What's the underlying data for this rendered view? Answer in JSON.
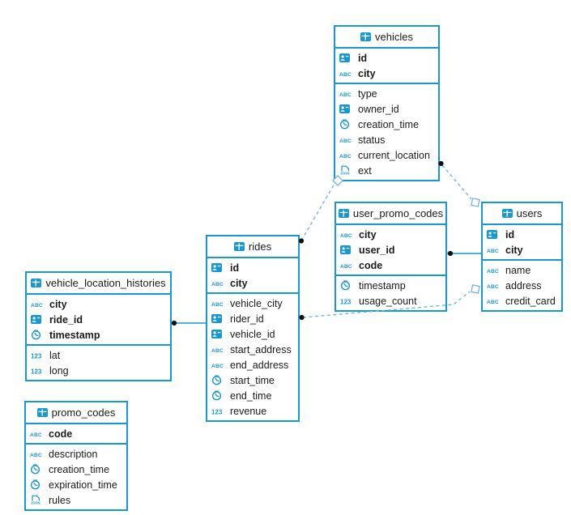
{
  "diagram": {
    "colors": {
      "table_border": "#1798d3",
      "icon_blue": "#1798d3",
      "text": "#1b1b1b",
      "dashed_line": "#74b5e2",
      "solid_line": "#1798d3",
      "endpoint_dot": "#111111",
      "marker_outline": "#74b5e2"
    },
    "tables": [
      {
        "id": "vehicles",
        "title": "vehicles",
        "keys": [
          {
            "name": "id",
            "type": "id"
          },
          {
            "name": "city",
            "type": "text"
          }
        ],
        "columns": [
          {
            "name": "type",
            "type": "text"
          },
          {
            "name": "owner_id",
            "type": "id"
          },
          {
            "name": "creation_time",
            "type": "time"
          },
          {
            "name": "status",
            "type": "text"
          },
          {
            "name": "current_location",
            "type": "text"
          },
          {
            "name": "ext",
            "type": "json"
          }
        ]
      },
      {
        "id": "user_promo_codes",
        "title": "user_promo_codes",
        "keys": [
          {
            "name": "city",
            "type": "text"
          },
          {
            "name": "user_id",
            "type": "id"
          },
          {
            "name": "code",
            "type": "text"
          }
        ],
        "columns": [
          {
            "name": "timestamp",
            "type": "time"
          },
          {
            "name": "usage_count",
            "type": "number"
          }
        ]
      },
      {
        "id": "users",
        "title": "users",
        "keys": [
          {
            "name": "id",
            "type": "id"
          },
          {
            "name": "city",
            "type": "text"
          }
        ],
        "columns": [
          {
            "name": "name",
            "type": "text"
          },
          {
            "name": "address",
            "type": "text"
          },
          {
            "name": "credit_card",
            "type": "text"
          }
        ]
      },
      {
        "id": "rides",
        "title": "rides",
        "keys": [
          {
            "name": "id",
            "type": "id"
          },
          {
            "name": "city",
            "type": "text"
          }
        ],
        "columns": [
          {
            "name": "vehicle_city",
            "type": "text"
          },
          {
            "name": "rider_id",
            "type": "id"
          },
          {
            "name": "vehicle_id",
            "type": "id"
          },
          {
            "name": "start_address",
            "type": "text"
          },
          {
            "name": "end_address",
            "type": "text"
          },
          {
            "name": "start_time",
            "type": "time"
          },
          {
            "name": "end_time",
            "type": "time"
          },
          {
            "name": "revenue",
            "type": "number"
          }
        ]
      },
      {
        "id": "vehicle_location_histories",
        "title": "vehicle_location_histories",
        "keys": [
          {
            "name": "city",
            "type": "text"
          },
          {
            "name": "ride_id",
            "type": "id"
          },
          {
            "name": "timestamp",
            "type": "time"
          }
        ],
        "columns": [
          {
            "name": "lat",
            "type": "number"
          },
          {
            "name": "long",
            "type": "number"
          }
        ]
      },
      {
        "id": "promo_codes",
        "title": "promo_codes",
        "keys": [
          {
            "name": "code",
            "type": "text"
          }
        ],
        "columns": [
          {
            "name": "description",
            "type": "text"
          },
          {
            "name": "creation_time",
            "type": "time"
          },
          {
            "name": "expiration_time",
            "type": "time"
          },
          {
            "name": "rules",
            "type": "json"
          }
        ]
      }
    ],
    "connections": [
      {
        "from": "rides",
        "to": "vehicles",
        "style": "dashed",
        "from_marker": "dot",
        "to_marker": "diamond"
      },
      {
        "from": "vehicles",
        "to": "users",
        "style": "dashed",
        "from_marker": "dot",
        "to_marker": "square"
      },
      {
        "from": "rides",
        "to": "users",
        "style": "dashed",
        "from_marker": "dot",
        "to_marker": "square"
      },
      {
        "from": "user_promo_codes",
        "to": "users",
        "style": "solid",
        "from_marker": "dot",
        "to_marker": "none"
      },
      {
        "from": "vehicle_location_histories",
        "to": "rides",
        "style": "solid",
        "from_marker": "dot",
        "to_marker": "none"
      }
    ]
  }
}
